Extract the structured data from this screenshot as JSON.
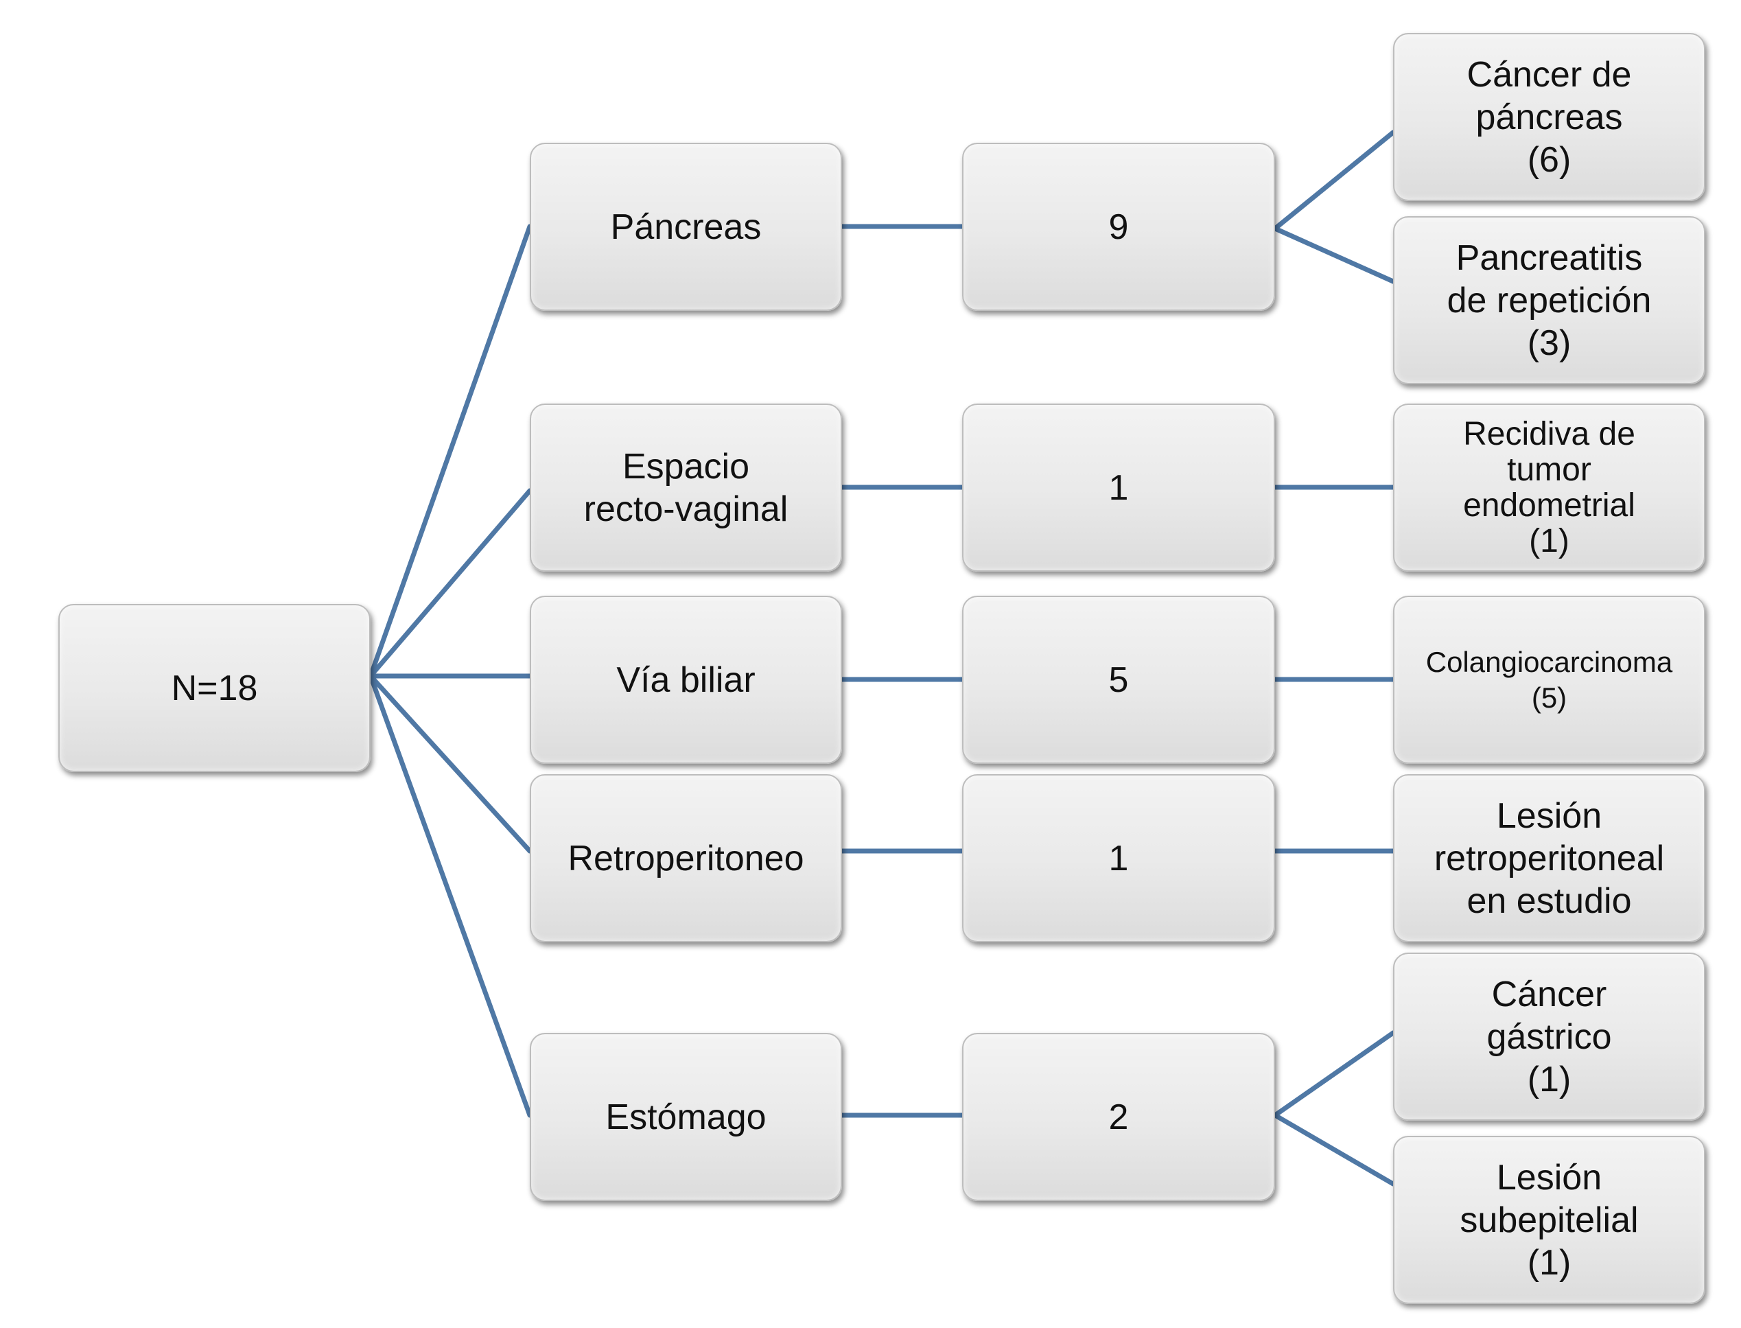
{
  "root": {
    "label": "N=18"
  },
  "branches": [
    {
      "site": "Páncreas",
      "count": "9",
      "diagnoses": [
        "Cáncer de\npáncreas\n(6)",
        "Pancreatitis\nde repetición\n(3)"
      ]
    },
    {
      "site": "Espacio\nrecto-vaginal",
      "count": "1",
      "diagnoses": [
        "Recidiva de\ntumor\nendometrial\n(1)"
      ]
    },
    {
      "site": "Vía biliar",
      "count": "5",
      "diagnoses": [
        "Colangiocarcinoma\n(5)"
      ]
    },
    {
      "site": "Retroperitoneo",
      "count": "1",
      "diagnoses": [
        "Lesión\nretroperitoneal\nen estudio"
      ]
    },
    {
      "site": "Estómago",
      "count": "2",
      "diagnoses": [
        "Cáncer\ngástrico\n(1)",
        "Lesión\nsubepitelial\n(1)"
      ]
    }
  ],
  "colors": {
    "connector": "#4f78a5",
    "box_fill": "#e9e9e9"
  }
}
